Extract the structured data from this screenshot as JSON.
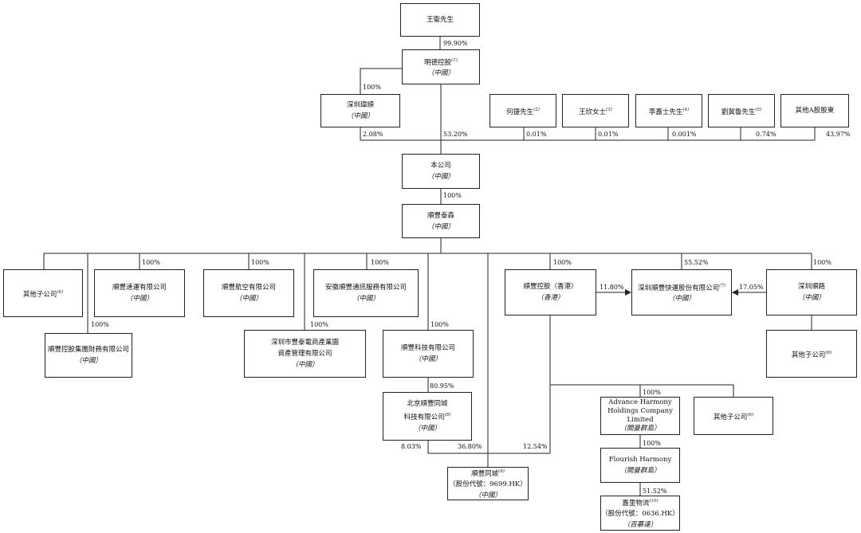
{
  "entities": {
    "wang_wei": {
      "name": "王衛先生",
      "jur": ""
    },
    "mingde": {
      "name": "明德控股",
      "note": "(1)",
      "jur": "（中國）"
    },
    "shenzhen_weishun": {
      "name": "深圳瑋順",
      "jur": "（中國）"
    },
    "he_jie": {
      "name": "何捷先生",
      "note": "(2)",
      "jur": ""
    },
    "wang_xin": {
      "name": "王欣女士",
      "note": "(3)",
      "jur": ""
    },
    "li_jiashi": {
      "name": "李嘉士先生",
      "note": "(4)",
      "jur": ""
    },
    "liu_jilu": {
      "name": "劉冀魯先生",
      "note": "(5)",
      "jur": ""
    },
    "other_a": {
      "name": "其他A股股東",
      "jur": ""
    },
    "company": {
      "name": "本公司",
      "jur": "（中國）"
    },
    "sf_taisen": {
      "name": "順豐泰森",
      "jur": "（中國）"
    },
    "other_subs1": {
      "name": "其他子公司",
      "note": "(6)",
      "jur": ""
    },
    "sf_express_co": {
      "name": "順豐速運有限公司",
      "jur": "（中國）"
    },
    "sf_airlines": {
      "name": "順豐航空有限公司",
      "jur": "（中國）"
    },
    "anhui_sf": {
      "name": "安徽順豐通訊服務有限公司",
      "jur": "（中國）"
    },
    "sf_finance": {
      "name": "順豐控股集團財務有限公司",
      "jur": "（中國）"
    },
    "shenzhen_fengtai": {
      "name": "深圳市豐泰電商產業園",
      "name2": "資產管理有限公司",
      "jur": "（中國）"
    },
    "sf_tech": {
      "name": "順豐科技有限公司",
      "jur": "（中國）"
    },
    "sf_hk": {
      "name": "順豐控股（香港）",
      "jur": "（香港）"
    },
    "shenzhen_sf_kuaiyun": {
      "name": "深圳順豐快運股份有限公司",
      "note": "(7)",
      "jur": "（中國）"
    },
    "shenzhen_shunlu": {
      "name": "深圳順路",
      "jur": "（中國）"
    },
    "other_subs2": {
      "name": "其他子公司",
      "note": "(6)",
      "jur": ""
    },
    "beijing_tongcheng": {
      "name": "北京順豐同城",
      "name2": "科技有限公司",
      "note": "(8)",
      "jur": "（中國）"
    },
    "advance_harmony": {
      "name": "Advance Harmony",
      "name2": "Holdings Company",
      "name3": "Limited",
      "jur": "（開曼群島）"
    },
    "other_subs3": {
      "name": "其他子公司",
      "note": "(6)",
      "jur": ""
    },
    "flourish_harmony": {
      "name": "Flourish Harmony",
      "jur": "（開曼群島）"
    },
    "sf_intracity": {
      "name": "順豐同城",
      "note": "(9)",
      "name2": "（股份代號：9699.HK）",
      "jur": "（中國）"
    },
    "kerry_logistics": {
      "name": "嘉里物流",
      "note": "(10)",
      "name2": "（股份代號：0636.HK）",
      "jur": "（百慕達）"
    }
  },
  "percentages": {
    "wang_to_mingde": "99.90%",
    "mingde_to_weishun": "100%",
    "weishun_to_company": "2.08%",
    "mingde_to_company": "53.20%",
    "he_jie": "0.01%",
    "wang_xin": "0.01%",
    "li_jiashi": "0.001%",
    "liu_jilu": "0.74%",
    "other_a": "43.97%",
    "company_to_taisen": "100%",
    "taisen_to_express": "100%",
    "taisen_to_finance": "100%",
    "taisen_to_airlines": "100%",
    "taisen_to_fengtai": "100%",
    "taisen_to_anhui": "100%",
    "taisen_to_tech": "100%",
    "taisen_to_hk": "100%",
    "taisen_to_kuaiyun": "55.52%",
    "taisen_to_shunlu": "100%",
    "hk_to_kuaiyun": "11.80%",
    "shunlu_to_kuaiyun": "17.05%",
    "tech_to_beijing": "80.95%",
    "beijing_to_intracity": "8.03%",
    "taisen_to_intracity": "36.80%",
    "hk_to_intracity": "12.54%",
    "hk_to_advance": "100%",
    "advance_to_flourish": "100%",
    "flourish_to_kerry": "51.52%"
  },
  "colors": {
    "line": "#222222",
    "box_border": "#222222",
    "text": "#111111"
  }
}
